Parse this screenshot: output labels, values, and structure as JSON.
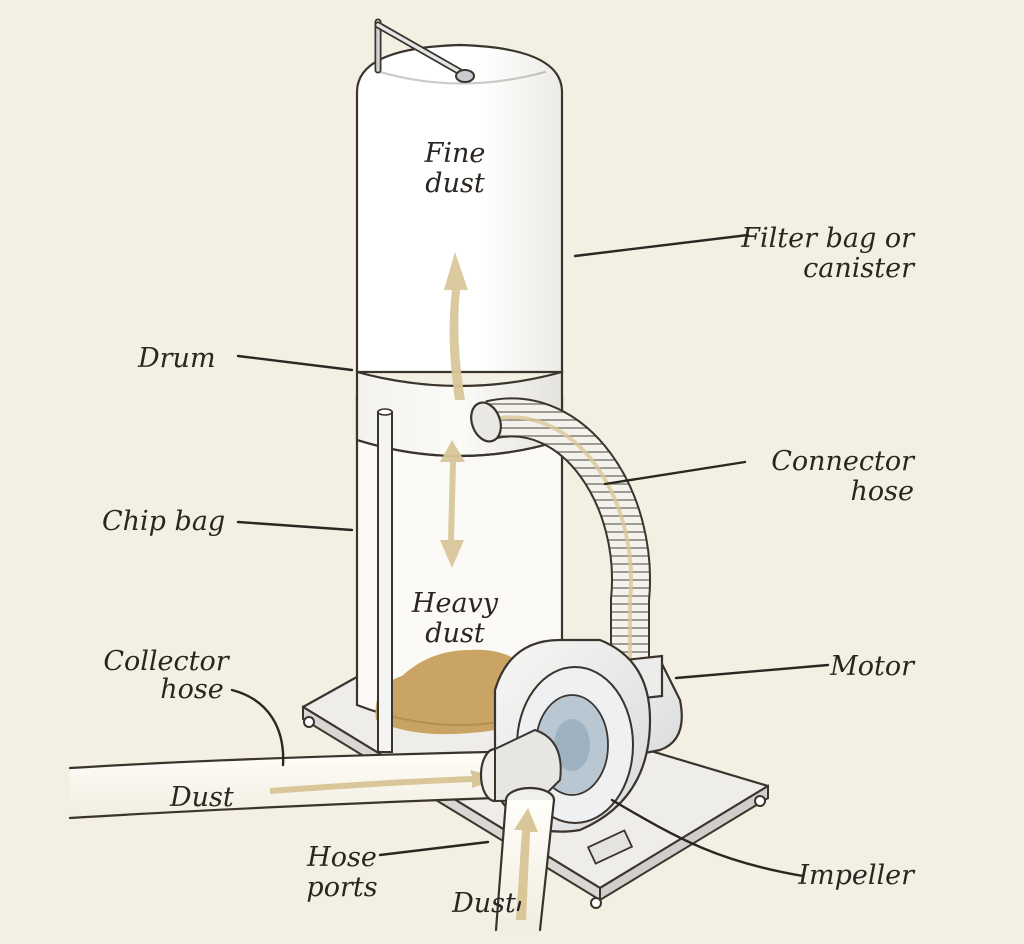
{
  "labels": {
    "fine_dust": [
      "Fine",
      "dust"
    ],
    "filter_bag": [
      "Filter bag or",
      "canister"
    ],
    "drum": "Drum",
    "connector_hose": [
      "Connector",
      "hose"
    ],
    "chip_bag": "Chip bag",
    "heavy_dust": [
      "Heavy",
      "dust"
    ],
    "collector_hose": [
      "Collector",
      "hose"
    ],
    "motor": "Motor",
    "dust_left": "Dust",
    "hose_ports": [
      "Hose",
      "ports"
    ],
    "dust_bottom": "Dust",
    "impeller": "Impeller"
  },
  "colors": {
    "background": "#f3efe2",
    "airflow": "#d9c79a",
    "heavy_dust": "#c49a55",
    "metal_blue": "#b9c7d3"
  }
}
